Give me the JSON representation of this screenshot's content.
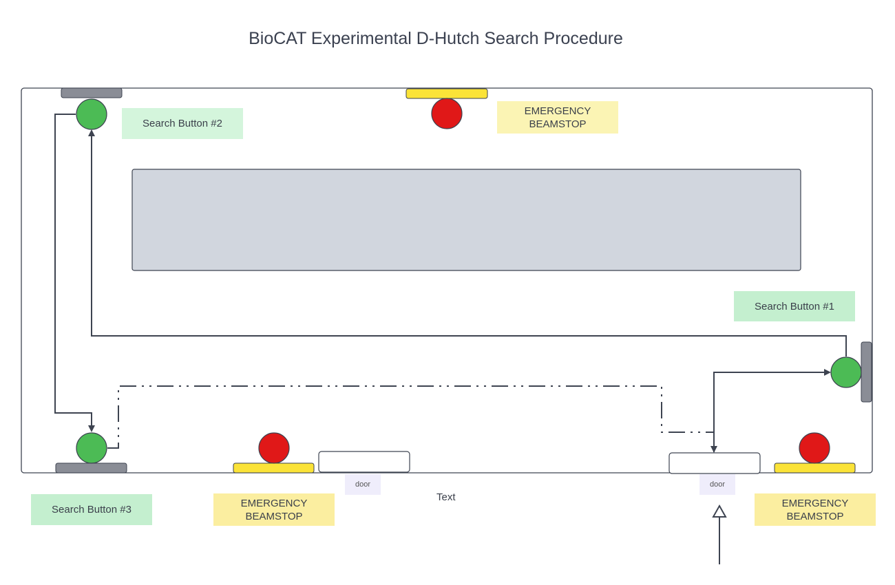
{
  "title": "BioCAT Experimental D-Hutch Search Procedure",
  "labels": {
    "search_button_1": "Search Button #1",
    "search_button_2": "Search Button #2",
    "search_button_3": "Search Button #3",
    "emergency_beamstop_top": "EMERGENCY\nBEAMSTOP",
    "emergency_beamstop_bottom_left": "EMERGENCY\nBEAMSTOP",
    "emergency_beamstop_bottom_right": "EMERGENCY\nBEAMSTOP",
    "door_left": "door",
    "door_right": "door",
    "free_text": "Text"
  },
  "colors": {
    "search_button": "#4cbb55",
    "beamstop": "#e01818",
    "beamstop_mount": "#fbe338",
    "button_mount": "#8a8d96",
    "table": "#d1d6de",
    "outline": "#3d4350"
  }
}
